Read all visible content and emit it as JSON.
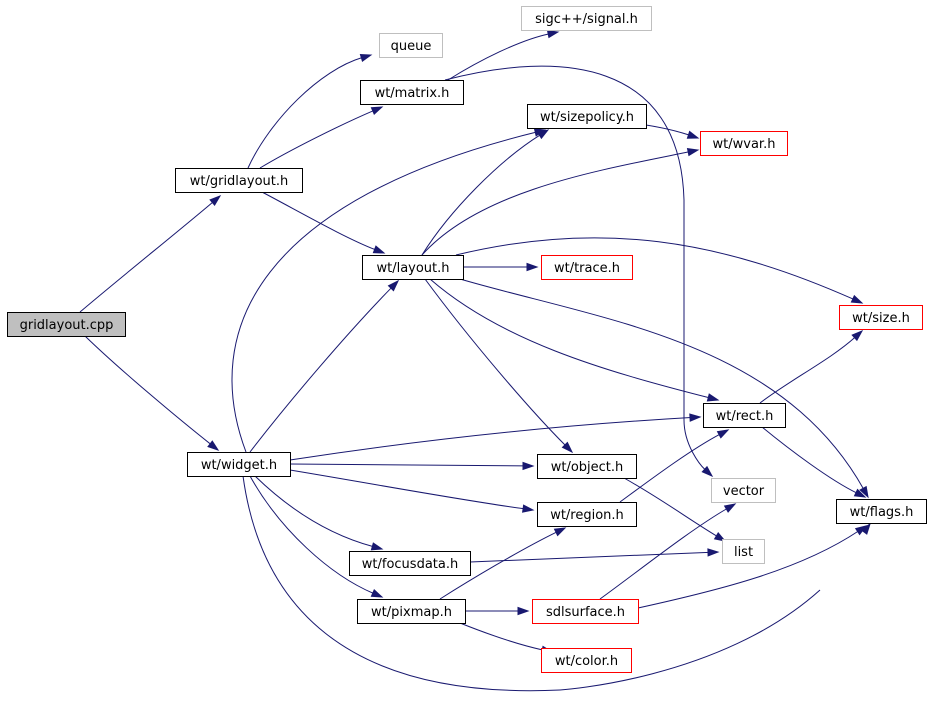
{
  "colors": {
    "edge": "#191970",
    "border_default": "#000000",
    "border_truncated": "#ff0000",
    "border_external": "#bfbfbf",
    "fill_root": "#bfbfbf",
    "fill_default": "#ffffff"
  },
  "nodes": [
    {
      "id": "gridlayout_cpp",
      "label": "gridlayout.cpp",
      "style": "root"
    },
    {
      "id": "wt_gridlayout_h",
      "label": "wt/gridlayout.h",
      "style": "default"
    },
    {
      "id": "queue",
      "label": "queue",
      "style": "external"
    },
    {
      "id": "wt_matrix_h",
      "label": "wt/matrix.h",
      "style": "default"
    },
    {
      "id": "sigcpp_signal_h",
      "label": "sigc++/signal.h",
      "style": "external"
    },
    {
      "id": "wt_sizepolicy_h",
      "label": "wt/sizepolicy.h",
      "style": "default"
    },
    {
      "id": "wt_wvar_h",
      "label": "wt/wvar.h",
      "style": "truncated"
    },
    {
      "id": "wt_layout_h",
      "label": "wt/layout.h",
      "style": "default"
    },
    {
      "id": "wt_trace_h",
      "label": "wt/trace.h",
      "style": "truncated"
    },
    {
      "id": "wt_size_h",
      "label": "wt/size.h",
      "style": "truncated"
    },
    {
      "id": "wt_rect_h",
      "label": "wt/rect.h",
      "style": "default"
    },
    {
      "id": "wt_widget_h",
      "label": "wt/widget.h",
      "style": "default"
    },
    {
      "id": "wt_object_h",
      "label": "wt/object.h",
      "style": "default"
    },
    {
      "id": "vector",
      "label": "vector",
      "style": "external"
    },
    {
      "id": "wt_region_h",
      "label": "wt/region.h",
      "style": "default"
    },
    {
      "id": "wt_flags_h",
      "label": "wt/flags.h",
      "style": "default"
    },
    {
      "id": "wt_focusdata_h",
      "label": "wt/focusdata.h",
      "style": "default"
    },
    {
      "id": "list",
      "label": "list",
      "style": "external"
    },
    {
      "id": "wt_pixmap_h",
      "label": "wt/pixmap.h",
      "style": "default"
    },
    {
      "id": "sdlsurface_h",
      "label": "sdlsurface.h",
      "style": "truncated"
    },
    {
      "id": "wt_color_h",
      "label": "wt/color.h",
      "style": "truncated"
    }
  ],
  "edges": [
    {
      "from": "gridlayout_cpp",
      "to": "wt_gridlayout_h"
    },
    {
      "from": "gridlayout_cpp",
      "to": "wt_widget_h"
    },
    {
      "from": "wt_gridlayout_h",
      "to": "queue"
    },
    {
      "from": "wt_gridlayout_h",
      "to": "wt_matrix_h"
    },
    {
      "from": "wt_gridlayout_h",
      "to": "wt_layout_h"
    },
    {
      "from": "wt_matrix_h",
      "to": "sigcpp_signal_h"
    },
    {
      "from": "wt_matrix_h",
      "to": "vector"
    },
    {
      "from": "wt_sizepolicy_h",
      "to": "wt_wvar_h"
    },
    {
      "from": "wt_layout_h",
      "to": "wt_sizepolicy_h"
    },
    {
      "from": "wt_layout_h",
      "to": "wt_wvar_h"
    },
    {
      "from": "wt_layout_h",
      "to": "wt_trace_h"
    },
    {
      "from": "wt_layout_h",
      "to": "wt_size_h"
    },
    {
      "from": "wt_layout_h",
      "to": "wt_rect_h"
    },
    {
      "from": "wt_layout_h",
      "to": "wt_object_h"
    },
    {
      "from": "wt_layout_h",
      "to": "wt_flags_h"
    },
    {
      "from": "wt_rect_h",
      "to": "wt_size_h"
    },
    {
      "from": "wt_rect_h",
      "to": "wt_flags_h"
    },
    {
      "from": "wt_widget_h",
      "to": "wt_sizepolicy_h"
    },
    {
      "from": "wt_widget_h",
      "to": "wt_layout_h"
    },
    {
      "from": "wt_widget_h",
      "to": "wt_rect_h"
    },
    {
      "from": "wt_widget_h",
      "to": "wt_object_h"
    },
    {
      "from": "wt_widget_h",
      "to": "wt_region_h"
    },
    {
      "from": "wt_widget_h",
      "to": "wt_focusdata_h"
    },
    {
      "from": "wt_widget_h",
      "to": "wt_pixmap_h"
    },
    {
      "from": "wt_widget_h",
      "to": "wt_flags_h"
    },
    {
      "from": "wt_object_h",
      "to": "list"
    },
    {
      "from": "wt_region_h",
      "to": "wt_rect_h"
    },
    {
      "from": "wt_focusdata_h",
      "to": "list"
    },
    {
      "from": "wt_pixmap_h",
      "to": "wt_region_h"
    },
    {
      "from": "wt_pixmap_h",
      "to": "sdlsurface_h"
    },
    {
      "from": "wt_pixmap_h",
      "to": "wt_color_h"
    },
    {
      "from": "sdlsurface_h",
      "to": "vector"
    },
    {
      "from": "sdlsurface_h",
      "to": "wt_flags_h"
    }
  ]
}
